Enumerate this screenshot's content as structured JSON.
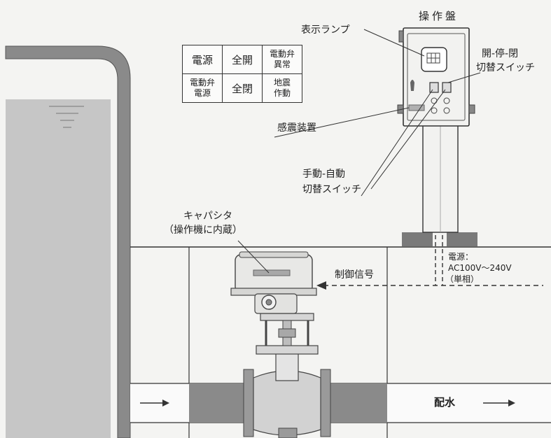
{
  "labels": {
    "panel_title": "操作盤",
    "indicator_lamp": "表示ランプ",
    "open_stop_close_switch_line1": "開-停-閉",
    "open_stop_close_switch_line2": "切替スイッチ",
    "seismic_device": "感震装置",
    "manual_auto_switch_line1": "手動-自動",
    "manual_auto_switch_line2": "切替スイッチ",
    "capacitor_line1": "キャパシタ",
    "capacitor_line2": "（操作機に内蔵）",
    "power_supply_line1": "電源：",
    "power_supply_line2": "AC100V～240V",
    "power_supply_line3": "（単相）",
    "control_signal": "制御信号",
    "water_distribution": "配水"
  },
  "lamp_table": {
    "r1c1": "電源",
    "r1c2": "全開",
    "r1c3": "電動弁\n異常",
    "r2c1": "電動弁\n電源",
    "r2c2": "全閉",
    "r2c3": "地震\n作動"
  },
  "colors": {
    "water": "#c6c6c6",
    "pipe": "#8a8a8a",
    "line": "#333333",
    "panel": "#f2f2f0",
    "background": "#f4f4f2"
  }
}
